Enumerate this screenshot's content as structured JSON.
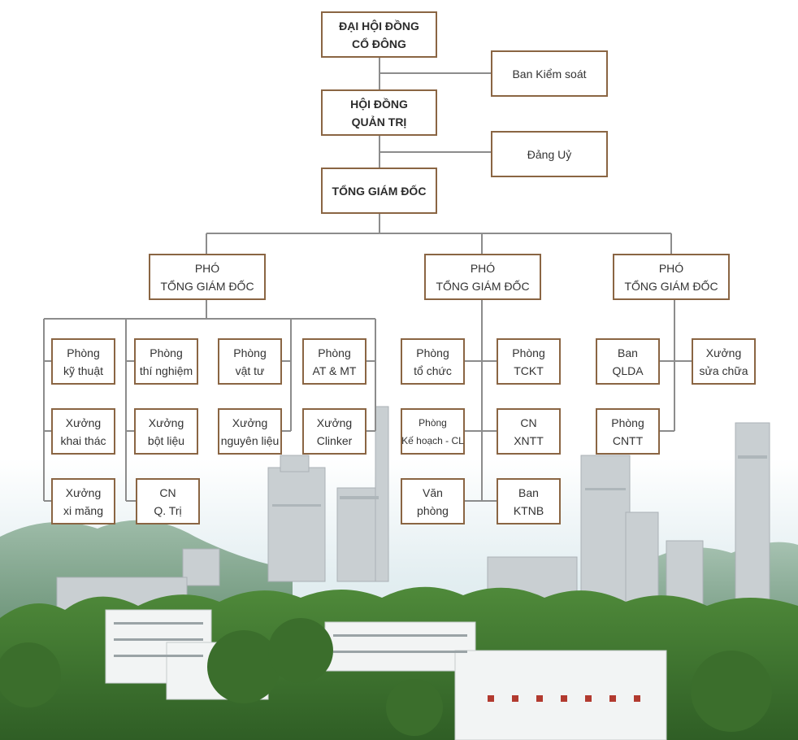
{
  "colors": {
    "box_border": "#8a6543",
    "connector": "#8c8c8c",
    "text": "#333333"
  },
  "org": {
    "shareholders": [
      "ĐẠI HỘI ĐỒNG",
      "CỔ ĐÔNG"
    ],
    "board": [
      "HỘI ĐỒNG",
      "QUẢN TRỊ"
    ],
    "supervisory": "Ban Kiểm soát",
    "party": "Đảng Uỷ",
    "ceo": "TỔNG GIÁM ĐỐC",
    "deputy1": [
      "PHÓ",
      "TỔNG GIÁM ĐỐC"
    ],
    "deputy2": [
      "PHÓ",
      "TỔNG GIÁM ĐỐC"
    ],
    "deputy3": [
      "PHÓ",
      "TỔNG GIÁM ĐỐC"
    ],
    "units1": [
      [
        "Phòng",
        "kỹ thuật"
      ],
      [
        "Phòng",
        "thí nghiệm"
      ],
      [
        "Phòng",
        "vật tư"
      ],
      [
        "Phòng",
        "AT & MT"
      ],
      [
        "Xưởng",
        "khai thác"
      ],
      [
        "Xưởng",
        "bột liệu"
      ],
      [
        "Xưởng",
        "nguyên liệu"
      ],
      [
        "Xưởng",
        "Clinker"
      ],
      [
        "Xưởng",
        "xi măng"
      ],
      [
        "CN",
        "Q. Trị"
      ]
    ],
    "units2": [
      [
        "Phòng",
        "tổ chức"
      ],
      [
        "Phòng",
        "TCKT"
      ],
      [
        "Phòng",
        "Kế hoạch - CL"
      ],
      [
        "CN",
        "XNTT"
      ],
      [
        "Văn",
        "phòng"
      ],
      [
        "Ban",
        "KTNB"
      ]
    ],
    "units3": [
      [
        "Ban",
        "QLDA"
      ],
      [
        "Xưởng",
        "sửa chữa"
      ],
      [
        "Phòng",
        "CNTT"
      ]
    ]
  }
}
